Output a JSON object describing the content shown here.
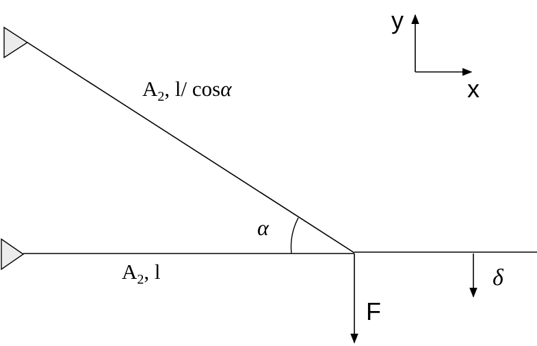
{
  "diagram": {
    "upper_bar": {
      "area_label": "A",
      "area_subscript": "2",
      "length_label": ", l/ cos",
      "length_symbol": "α"
    },
    "lower_bar": {
      "area_label": "A",
      "area_subscript": "2",
      "length_label": ", l"
    },
    "angle_label": "α",
    "force_label": "F",
    "displacement_label": "δ",
    "axes": {
      "y_label": "y",
      "x_label": "x"
    }
  }
}
